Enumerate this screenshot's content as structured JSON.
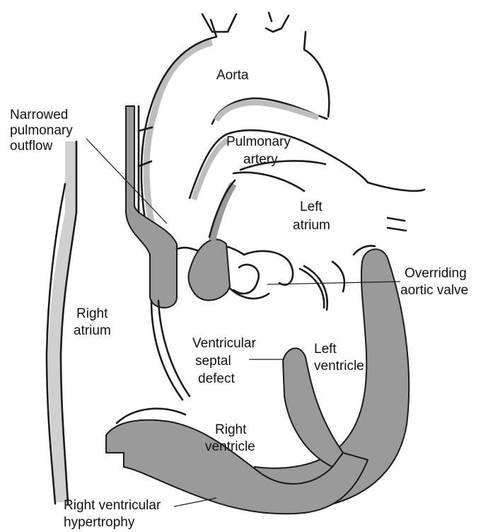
{
  "colors": {
    "background": "#ffffff",
    "wall_fill": "#9a9a9a",
    "outline": "#1a1a1a",
    "inner_stripe": "#bdbdbd"
  },
  "labels": {
    "aorta": "Aorta",
    "narrowed_outflow": [
      "Narrowed",
      "pulmonary",
      "outflow"
    ],
    "pulmonary_artery": [
      "Pulmonary",
      "artery"
    ],
    "left_atrium": [
      "Left",
      "atrium"
    ],
    "overriding_valve": [
      "Overriding",
      "aortic valve"
    ],
    "right_atrium": [
      "Right",
      "atrium"
    ],
    "vsd": [
      "Ventricular",
      "septal",
      "defect"
    ],
    "left_ventricle": [
      "Left",
      "ventricle"
    ],
    "right_ventricle": [
      "Right",
      "ventricle"
    ],
    "rv_hypertrophy": [
      "Right ventricular",
      "hypertrophy"
    ]
  }
}
